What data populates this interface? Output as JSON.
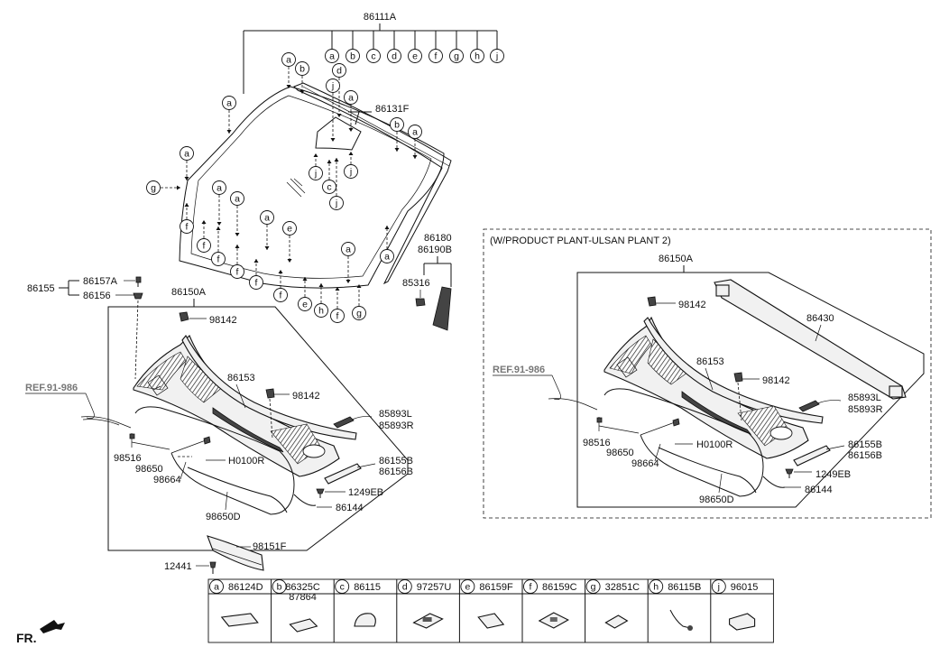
{
  "labels": {
    "windshield_assy": "86111A",
    "moulding": "86131F",
    "mirror_bracket_a": "86180",
    "mirror_bracket_b": "86190B",
    "clip_85316": "85316",
    "group_86155": "86155",
    "p86157a": "86157A",
    "p86156": "86156",
    "cowl_left": "86150A",
    "clip_98142_a": "98142",
    "cover_86153": "86153",
    "clip_98142_b": "98142",
    "p85893l": "85893L",
    "p85893r": "85893R",
    "p86155b": "86155B",
    "p86156b": "86156B",
    "p1249eb": "1249EB",
    "p86144": "86144",
    "ref_left": "REF.91-986",
    "p98516": "98516",
    "p98650": "98650",
    "p98664": "98664",
    "h0100r": "H0100R",
    "p98650d": "98650D",
    "p98151f": "98151F",
    "p12441": "12441",
    "fr": "FR.",
    "variant_title": "(W/PRODUCT PLANT-ULSAN PLANT 2)",
    "r_cowl": "86150A",
    "r_clip_98142_a": "98142",
    "r_p86430": "86430",
    "r_cover_86153": "86153",
    "r_clip_98142_b": "98142",
    "r_ref": "REF.91-986",
    "r_p85893l": "85893L",
    "r_p85893r": "85893R",
    "r_p98516": "98516",
    "r_h0100r": "H0100R",
    "r_p98650": "98650",
    "r_p86155b": "86155B",
    "r_p86156b": "86156B",
    "r_p98664": "98664",
    "r_p1249eb": "1249EB",
    "r_p98650d": "98650D",
    "r_p86144": "86144"
  },
  "letters": {
    "top_row": [
      "a",
      "b",
      "c",
      "d",
      "e",
      "f",
      "g",
      "h",
      "j"
    ],
    "glass": [
      "a",
      "b",
      "d",
      "j",
      "a",
      "a",
      "b",
      "a",
      "a",
      "j",
      "j",
      "c",
      "j",
      "a",
      "g",
      "a",
      "a",
      "f",
      "a",
      "e",
      "f",
      "f",
      "f",
      "f",
      "f",
      "e",
      "h",
      "f",
      "g",
      "a",
      "a"
    ]
  },
  "legend": [
    {
      "letter": "a",
      "part": "86124D"
    },
    {
      "letter": "b",
      "part": "",
      "parts_multi": [
        "86325C",
        "87864"
      ]
    },
    {
      "letter": "c",
      "part": "86115"
    },
    {
      "letter": "d",
      "part": "97257U"
    },
    {
      "letter": "e",
      "part": "86159F"
    },
    {
      "letter": "f",
      "part": "86159C"
    },
    {
      "letter": "g",
      "part": "32851C"
    },
    {
      "letter": "h",
      "part": "86115B"
    },
    {
      "letter": "j",
      "part": "96015"
    }
  ]
}
